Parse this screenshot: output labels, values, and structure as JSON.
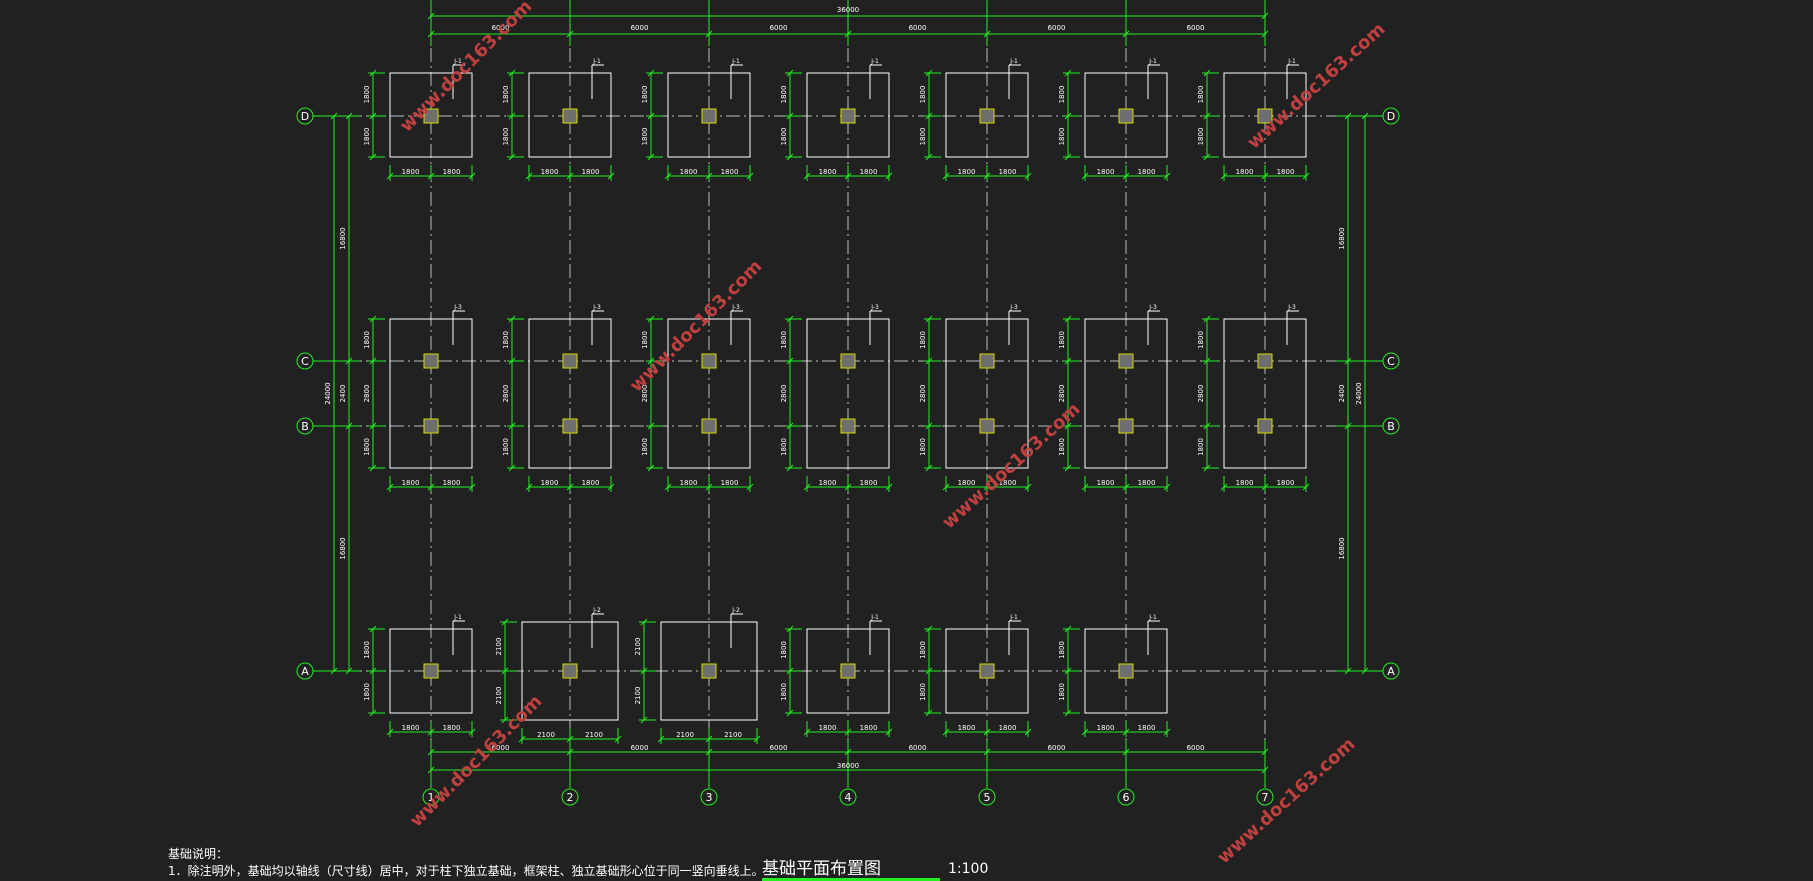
{
  "drawing": {
    "overall_length": "36000",
    "bays": [
      "6000",
      "6000",
      "6000",
      "6000",
      "6000",
      "6000"
    ],
    "axes_numeric": [
      "1",
      "2",
      "3",
      "4",
      "5",
      "6",
      "7"
    ],
    "axes_alpha": [
      "D",
      "C",
      "B",
      "A"
    ],
    "left_outer_dim": "24000",
    "left_segment_dims": [
      "16800",
      "2400",
      "16800"
    ],
    "right_outer_dim": "24000",
    "right_segment_dims": [
      "16800",
      "2400",
      "16800"
    ],
    "row_D_footings": {
      "tag": "J-1",
      "half_widths": [
        "1800",
        "1800"
      ],
      "half_heights": [
        "1800",
        "1800"
      ]
    },
    "row_CB_footings": {
      "tag": "J-3",
      "half_widths": [
        "1800",
        "1800"
      ],
      "vert_dims": [
        "1800",
        "2800",
        "1800"
      ]
    },
    "row_A_footings": [
      {
        "tag": "J-1",
        "half_widths": [
          "1800",
          "1800"
        ],
        "half_heights": [
          "1800",
          "1800"
        ]
      },
      {
        "tag": "J-2",
        "half_widths": [
          "2100",
          "2100"
        ],
        "half_heights": [
          "2100",
          "2100"
        ]
      },
      {
        "tag": "J-2",
        "half_widths": [
          "2100",
          "2100"
        ],
        "half_heights": [
          "2100",
          "2100"
        ]
      },
      {
        "tag": "J-1",
        "half_widths": [
          "1800",
          "1800"
        ],
        "half_heights": [
          "1800",
          "1800"
        ]
      },
      {
        "tag": "J-1",
        "half_widths": [
          "1800",
          "1800"
        ],
        "half_heights": [
          "1800",
          "1800"
        ]
      },
      {
        "tag": "J-1",
        "half_widths": [
          "1800",
          "1800"
        ],
        "half_heights": [
          "1800",
          "1800"
        ]
      }
    ],
    "watermarks": [
      "www.doc163.com",
      "www.doc163.com",
      "www.doc163.com",
      "www.doc163.com",
      "www.doc163.com",
      "www.doc163.com"
    ],
    "colors": {
      "background": "#212121",
      "dimension": "#22ee22",
      "footing": "#ffffff",
      "column": "#6e6e6e",
      "column_edge": "#d8d800",
      "axis_line": "#bdbdbd",
      "watermark": "#c04040"
    }
  },
  "notes": {
    "heading": "基础说明：",
    "line1": "1．除注明外，基础均以轴线（尺寸线）居中，对于柱下独立基础，框架柱、独立基础形心位于同一竖向垂线上。"
  },
  "title": {
    "main": "基础平面布置图",
    "scale": "1:100"
  }
}
